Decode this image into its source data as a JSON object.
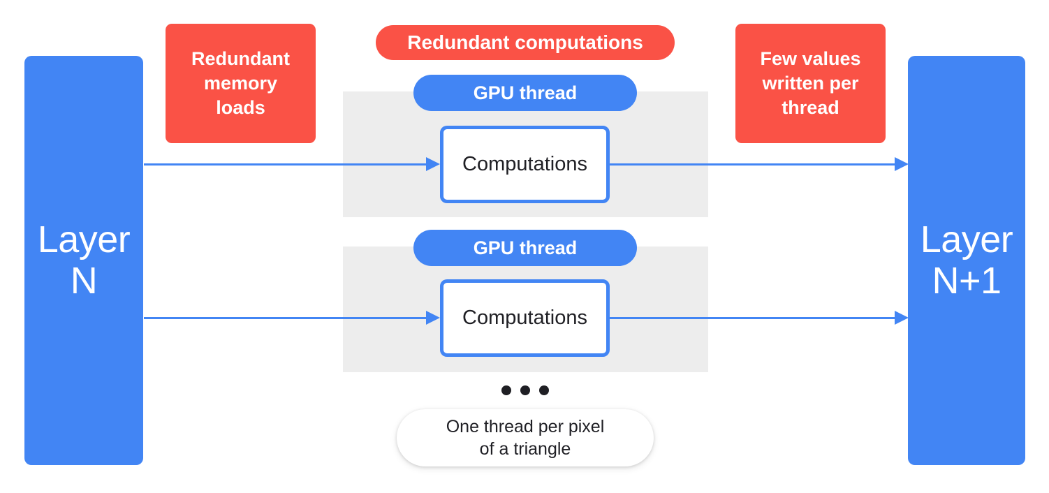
{
  "diagram": {
    "title": "GPU thread redundancy diagram",
    "colors": {
      "blue": "#4285F4",
      "red": "#FA5246",
      "band_gray": "#EDEDED",
      "text_dark": "#1F1F24",
      "white": "#FFFFFF"
    }
  },
  "layers": {
    "input": {
      "label": "Layer\nN",
      "name": "layer-n"
    },
    "output": {
      "label": "Layer\nN+1",
      "name": "layer-n-plus-1"
    }
  },
  "callouts": {
    "memory_loads": "Redundant\nmemory\nloads",
    "redundant_computations": "Redundant computations",
    "values_written": "Few values\nwritten per\nthread"
  },
  "threads": [
    {
      "pill_label": "GPU thread",
      "box_label": "Computations"
    },
    {
      "pill_label": "GPU thread",
      "box_label": "Computations"
    }
  ],
  "ellipsis": {
    "dots": [
      "dot",
      "dot",
      "dot"
    ]
  },
  "footer_note": {
    "label": "One thread per pixel\nof a triangle"
  }
}
